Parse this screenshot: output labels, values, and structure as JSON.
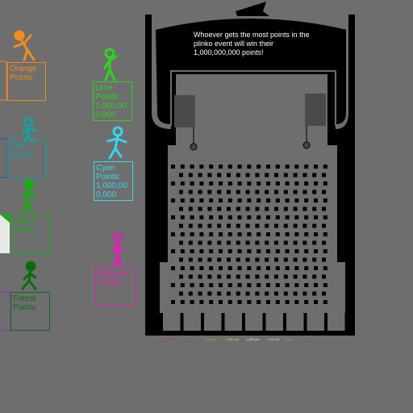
{
  "announcement": "Whoever gets the most points in the plinko event will win their 1,000,000,000 points!",
  "colors": {
    "background": "#6e6e6e",
    "machine": "#000000",
    "board": "#6e6e6e",
    "orange": "#f58a1f",
    "lime": "#2ad61e",
    "teal": "#13a3a3",
    "cyan": "#34d8ef",
    "green": "#15b015",
    "magenta": "#e21fb7",
    "forest": "#0d6b0d",
    "blue": "#3a3ad6",
    "purple": "#8a2fd6"
  },
  "players": [
    {
      "id": "orange",
      "name": "Orange",
      "points_label": "Points:",
      "points_value": "",
      "color": "#f58a1f"
    },
    {
      "id": "lime",
      "name": "Lime",
      "points_label": "Points:",
      "points_value": "1,000,000,000",
      "color": "#2ad61e"
    },
    {
      "id": "teal",
      "name": "Teal",
      "points_label": "Points:",
      "points_value": "",
      "color": "#13a3a3"
    },
    {
      "id": "cyan",
      "name": "Cyan",
      "points_label": "Points:",
      "points_value": "1,000,000,000",
      "color": "#34d8ef"
    },
    {
      "id": "green",
      "name": "Green",
      "points_label": "Points:",
      "points_value": "",
      "color": "#15b015"
    },
    {
      "id": "magenta",
      "name": "Magenta",
      "points_label": "Points:",
      "points_value": "",
      "color": "#e21fb7"
    },
    {
      "id": "forest",
      "name": "Forest",
      "points_label": "Points:",
      "points_value": "",
      "color": "#0d6b0d"
    }
  ],
  "slots": [
    {
      "label": "1,000 pts",
      "color": "#e33"
    },
    {
      "label": "pts",
      "color": "#e33"
    },
    {
      "label": "100 pts",
      "color": "#f90"
    },
    {
      "label": "1,000 pts",
      "color": "#fc0"
    },
    {
      "label": "1,000 pts",
      "color": "#cfc"
    },
    {
      "label": "1,000 pts",
      "color": "#ccc"
    },
    {
      "label": "pts",
      "color": "#f90"
    },
    {
      "label": "pts",
      "color": "#e33"
    },
    {
      "label": "100 pts",
      "color": "#c3c"
    }
  ]
}
